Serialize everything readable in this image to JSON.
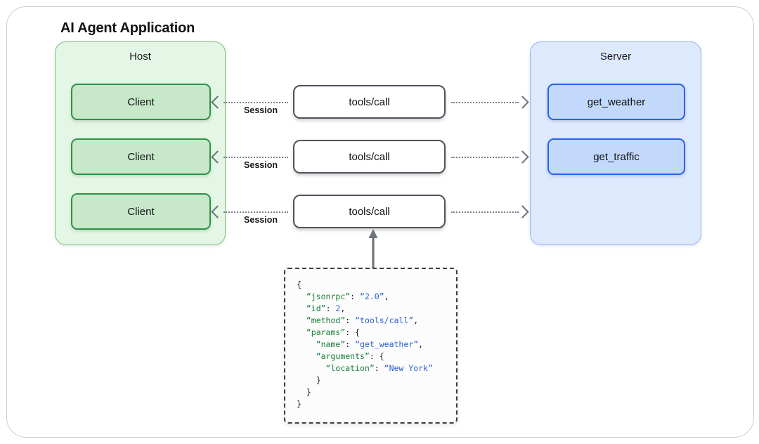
{
  "title": "AI Agent Application",
  "host": {
    "label": "Host",
    "clients": [
      {
        "label": "Client"
      },
      {
        "label": "Client"
      },
      {
        "label": "Client"
      }
    ]
  },
  "server": {
    "label": "Server",
    "tools": [
      {
        "label": "get_weather"
      },
      {
        "label": "get_traffic"
      }
    ]
  },
  "connectors": [
    {
      "method_label": "tools/call",
      "session_label": "Session"
    },
    {
      "method_label": "tools/call",
      "session_label": "Session"
    },
    {
      "method_label": "tools/call",
      "session_label": "Session"
    }
  ],
  "json_payload": {
    "lines": [
      {
        "indent": 0,
        "tokens": [
          {
            "t": "{",
            "c": "punct"
          }
        ]
      },
      {
        "indent": 1,
        "tokens": [
          {
            "t": "“jsonrpc”",
            "c": "key"
          },
          {
            "t": ": ",
            "c": "punct"
          },
          {
            "t": "“2.0”",
            "c": "str"
          },
          {
            "t": ",",
            "c": "punct"
          }
        ]
      },
      {
        "indent": 1,
        "tokens": [
          {
            "t": "“id”",
            "c": "key"
          },
          {
            "t": ": ",
            "c": "punct"
          },
          {
            "t": "2",
            "c": "num"
          },
          {
            "t": ",",
            "c": "punct"
          }
        ]
      },
      {
        "indent": 1,
        "tokens": [
          {
            "t": "“method”",
            "c": "key"
          },
          {
            "t": ": ",
            "c": "punct"
          },
          {
            "t": "“tools/call”",
            "c": "str"
          },
          {
            "t": ",",
            "c": "punct"
          }
        ]
      },
      {
        "indent": 1,
        "tokens": [
          {
            "t": "“params”",
            "c": "key"
          },
          {
            "t": ": {",
            "c": "punct"
          }
        ]
      },
      {
        "indent": 2,
        "tokens": [
          {
            "t": "“name”",
            "c": "key"
          },
          {
            "t": ": ",
            "c": "punct"
          },
          {
            "t": "“get_weather”",
            "c": "str"
          },
          {
            "t": ",",
            "c": "punct"
          }
        ]
      },
      {
        "indent": 2,
        "tokens": [
          {
            "t": "“arguments”",
            "c": "key"
          },
          {
            "t": ": {",
            "c": "punct"
          }
        ]
      },
      {
        "indent": 3,
        "tokens": [
          {
            "t": "“location”",
            "c": "key"
          },
          {
            "t": ": ",
            "c": "punct"
          },
          {
            "t": "“New York”",
            "c": "str"
          }
        ]
      },
      {
        "indent": 2,
        "tokens": [
          {
            "t": "}",
            "c": "punct"
          }
        ]
      },
      {
        "indent": 1,
        "tokens": [
          {
            "t": "}",
            "c": "punct"
          }
        ]
      },
      {
        "indent": 0,
        "tokens": [
          {
            "t": "}",
            "c": "punct"
          }
        ]
      }
    ]
  },
  "colors": {
    "host_fill": "#e4f6e5",
    "host_border": "#7cc184",
    "client_fill": "#c7e8c9",
    "client_border": "#2e9147",
    "server_fill": "#dde9fd",
    "server_border": "#93b4f4",
    "tool_fill": "#c3d9fb",
    "tool_border": "#2563eb",
    "box_border": "#4d545c",
    "connector": "#7a8089",
    "json_key": "#18803a",
    "json_value": "#2a5fd0",
    "frame_border": "#c9ced5"
  }
}
